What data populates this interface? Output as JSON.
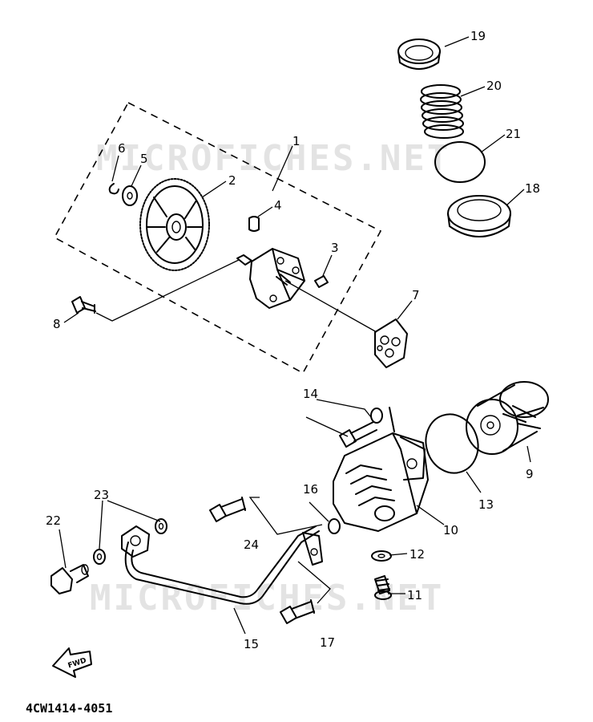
{
  "watermark": "MICROFICHES.NET",
  "diagram_code": "4CW1414-4051",
  "fwd_label": "FWD",
  "callouts": {
    "c1": "1",
    "c2": "2",
    "c3": "3",
    "c4": "4",
    "c5": "5",
    "c6": "6",
    "c7": "7",
    "c8": "8",
    "c9": "9",
    "c10": "10",
    "c11": "11",
    "c12": "12",
    "c13": "13",
    "c14": "14",
    "c15": "15",
    "c16": "16",
    "c17": "17",
    "c18": "18",
    "c19": "19",
    "c20": "20",
    "c21": "21",
    "c22": "22",
    "c23": "23",
    "c24": "24"
  }
}
